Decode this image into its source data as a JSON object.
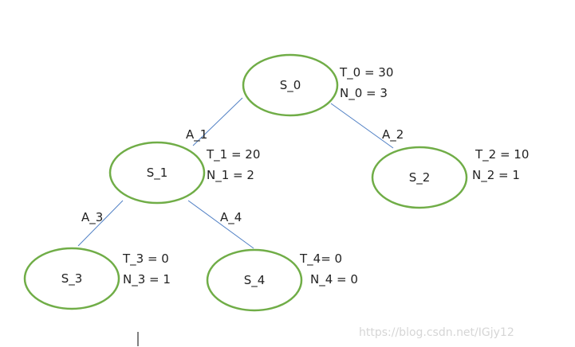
{
  "nodes": [
    {
      "id": "S_0",
      "label": "S_0"
    },
    {
      "id": "S_1",
      "label": "S_1"
    },
    {
      "id": "S_2",
      "label": "S_2"
    },
    {
      "id": "S_3",
      "label": "S_3"
    },
    {
      "id": "S_4",
      "label": "S_4"
    }
  ],
  "edges": [
    {
      "from": "S_0",
      "to": "S_1",
      "label": "A_1"
    },
    {
      "from": "S_0",
      "to": "S_2",
      "label": "A_2"
    },
    {
      "from": "S_1",
      "to": "S_3",
      "label": "A_3"
    },
    {
      "from": "S_1",
      "to": "S_4",
      "label": "A_4"
    }
  ],
  "node_stats": {
    "S_0": {
      "t": "T_0 = 30",
      "n": "N_0 = 3"
    },
    "S_1": {
      "t": "T_1 = 20",
      "n": "N_1 = 2"
    },
    "S_2": {
      "t": "T_2 = 10",
      "n": "N_2 = 1"
    },
    "S_3": {
      "t": "T_3 = 0",
      "n": "N_3 = 1"
    },
    "S_4": {
      "t": "T_4= 0",
      "n": "N_4 = 0"
    }
  },
  "watermark": "https://blog.csdn.net/IGjy12",
  "colors": {
    "node_stroke": "#70ad47",
    "edge": "#4f7fc4",
    "text": "#222222"
  }
}
